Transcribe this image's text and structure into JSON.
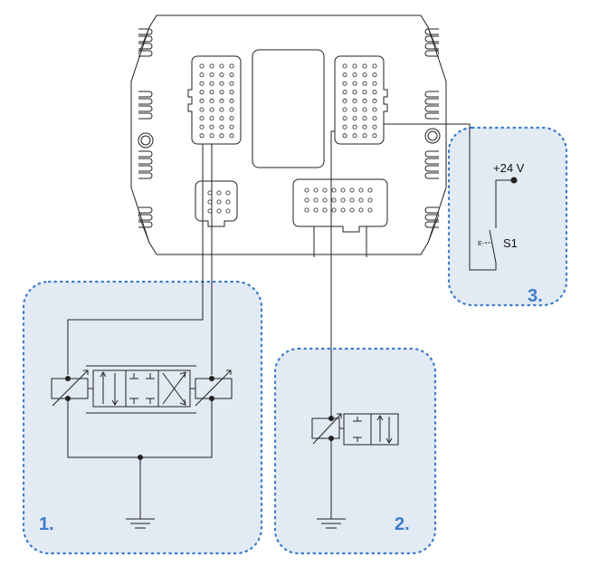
{
  "callouts": [
    {
      "id": "1",
      "label": "1."
    },
    {
      "id": "2",
      "label": "2."
    },
    {
      "id": "3",
      "label": "3."
    }
  ],
  "switch_circuit": {
    "supply_label": "+24 V",
    "switch_label": "S1",
    "actuator_symbol": "E-"
  },
  "colors": {
    "callout_fill": "#e2eaf4",
    "callout_border": "#3d7cc9",
    "callout_number": "#3d7cc9",
    "line": "#222222"
  }
}
